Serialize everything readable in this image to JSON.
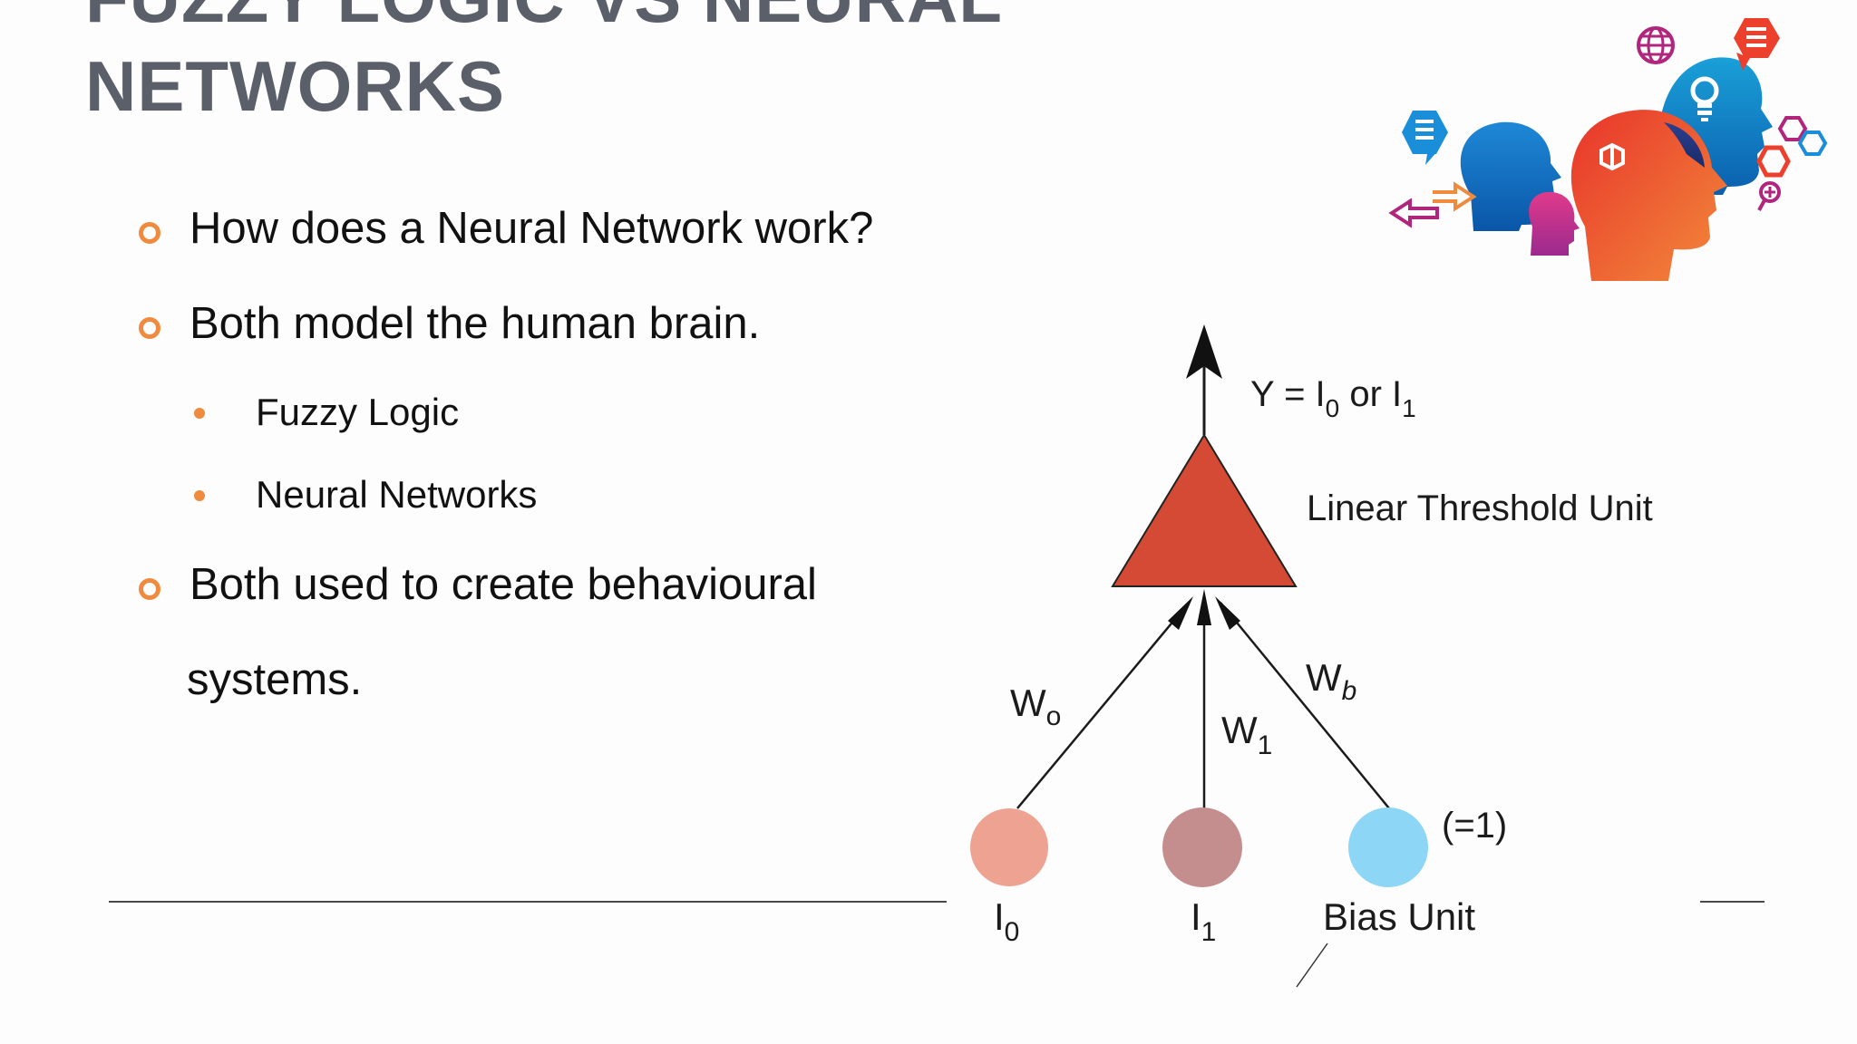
{
  "slide": {
    "title_line1": "FUZZY LOGIC VS NEURAL",
    "title_line2": "NETWORKS",
    "bullets": [
      {
        "text": "How does a Neural Network work?"
      },
      {
        "text": "Both model the human brain."
      },
      {
        "text": "Fuzzy Logic"
      },
      {
        "text": "Neural Networks"
      },
      {
        "text": "Both used to create behavioural"
      },
      {
        "text": "systems."
      }
    ],
    "accent_color": "#f08a3e"
  },
  "diagram": {
    "output": {
      "base": "Y = I",
      "s0": "0",
      "mid": " or I",
      "s1": "1"
    },
    "unit_label": "Linear Threshold Unit",
    "weights": {
      "w0_base": "W",
      "w0_sub": "o",
      "w1_base": "W",
      "w1_sub": "1",
      "wb_base": "W",
      "wb_sub": "b"
    },
    "inputs": {
      "i0_base": "I",
      "i0_sub": "0",
      "i1_base": "I",
      "i1_sub": "1"
    },
    "bias_value": "(=1)",
    "bias_label": "Bias Unit",
    "colors": {
      "triangle": "#d44a35",
      "node_i0": "#eea392",
      "node_i1": "#c48e8e",
      "node_bias": "#8dd6f5"
    }
  },
  "decoration": {
    "image_name": "human-heads-ideas-illustration"
  }
}
